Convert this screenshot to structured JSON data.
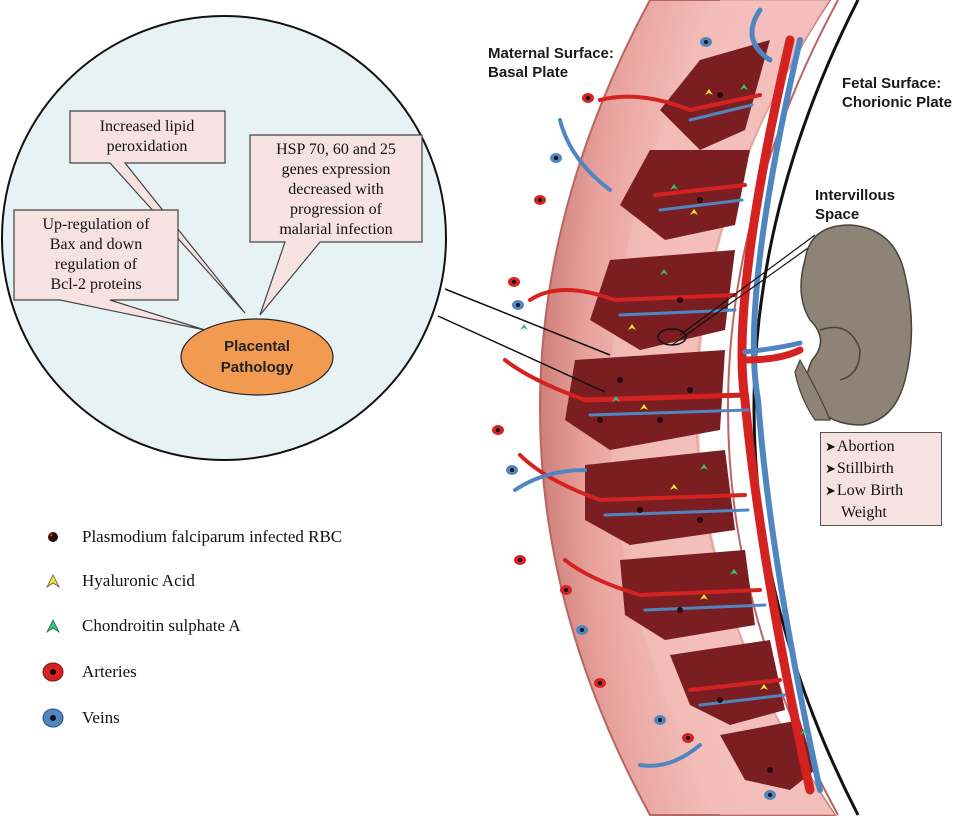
{
  "callouts": {
    "lipid": "Increased lipid\nperoxidation",
    "hsp": "HSP 70, 60 and 25\ngenes expression\ndecreased with\nprogression of\nmalarial infection",
    "bax": "Up-regulation of\nBax and down\nregulation of\nBcl-2 proteins"
  },
  "center_label": "Placental\nPathology",
  "labels": {
    "maternal_surface": "Maternal Surface:\nBasal Plate",
    "fetal_surface": "Fetal Surface:\nChorionic Plate",
    "intervillous_space": "Intervillous\nSpace"
  },
  "outcomes": [
    "Abortion",
    "Stillbirth",
    "Low Birth",
    "Weight"
  ],
  "legend": [
    {
      "label": "Plasmodium falciparum infected RBC",
      "icon": "infected-rbc-icon"
    },
    {
      "label": "Hyaluronic Acid",
      "icon": "hyaluronic-acid-icon"
    },
    {
      "label": "Chondroitin sulphate A",
      "icon": "chondroitin-sulphate-icon"
    },
    {
      "label": "Arteries",
      "icon": "artery-icon"
    },
    {
      "label": "Veins",
      "icon": "vein-icon"
    }
  ],
  "colors": {
    "wall": "#e9a9a5",
    "wall_dark": "#c9706b",
    "artery": "#d42220",
    "vein": "#4f86c2",
    "villus": "#7a1e22",
    "callout_fill": "#f7e2e2",
    "zoom_circle": "#e6f2f4",
    "center_ellipse": "#f29a50",
    "fetus": "#8d8377",
    "hyaluronic": "#f2e630",
    "chondroitin": "#37c27a"
  }
}
